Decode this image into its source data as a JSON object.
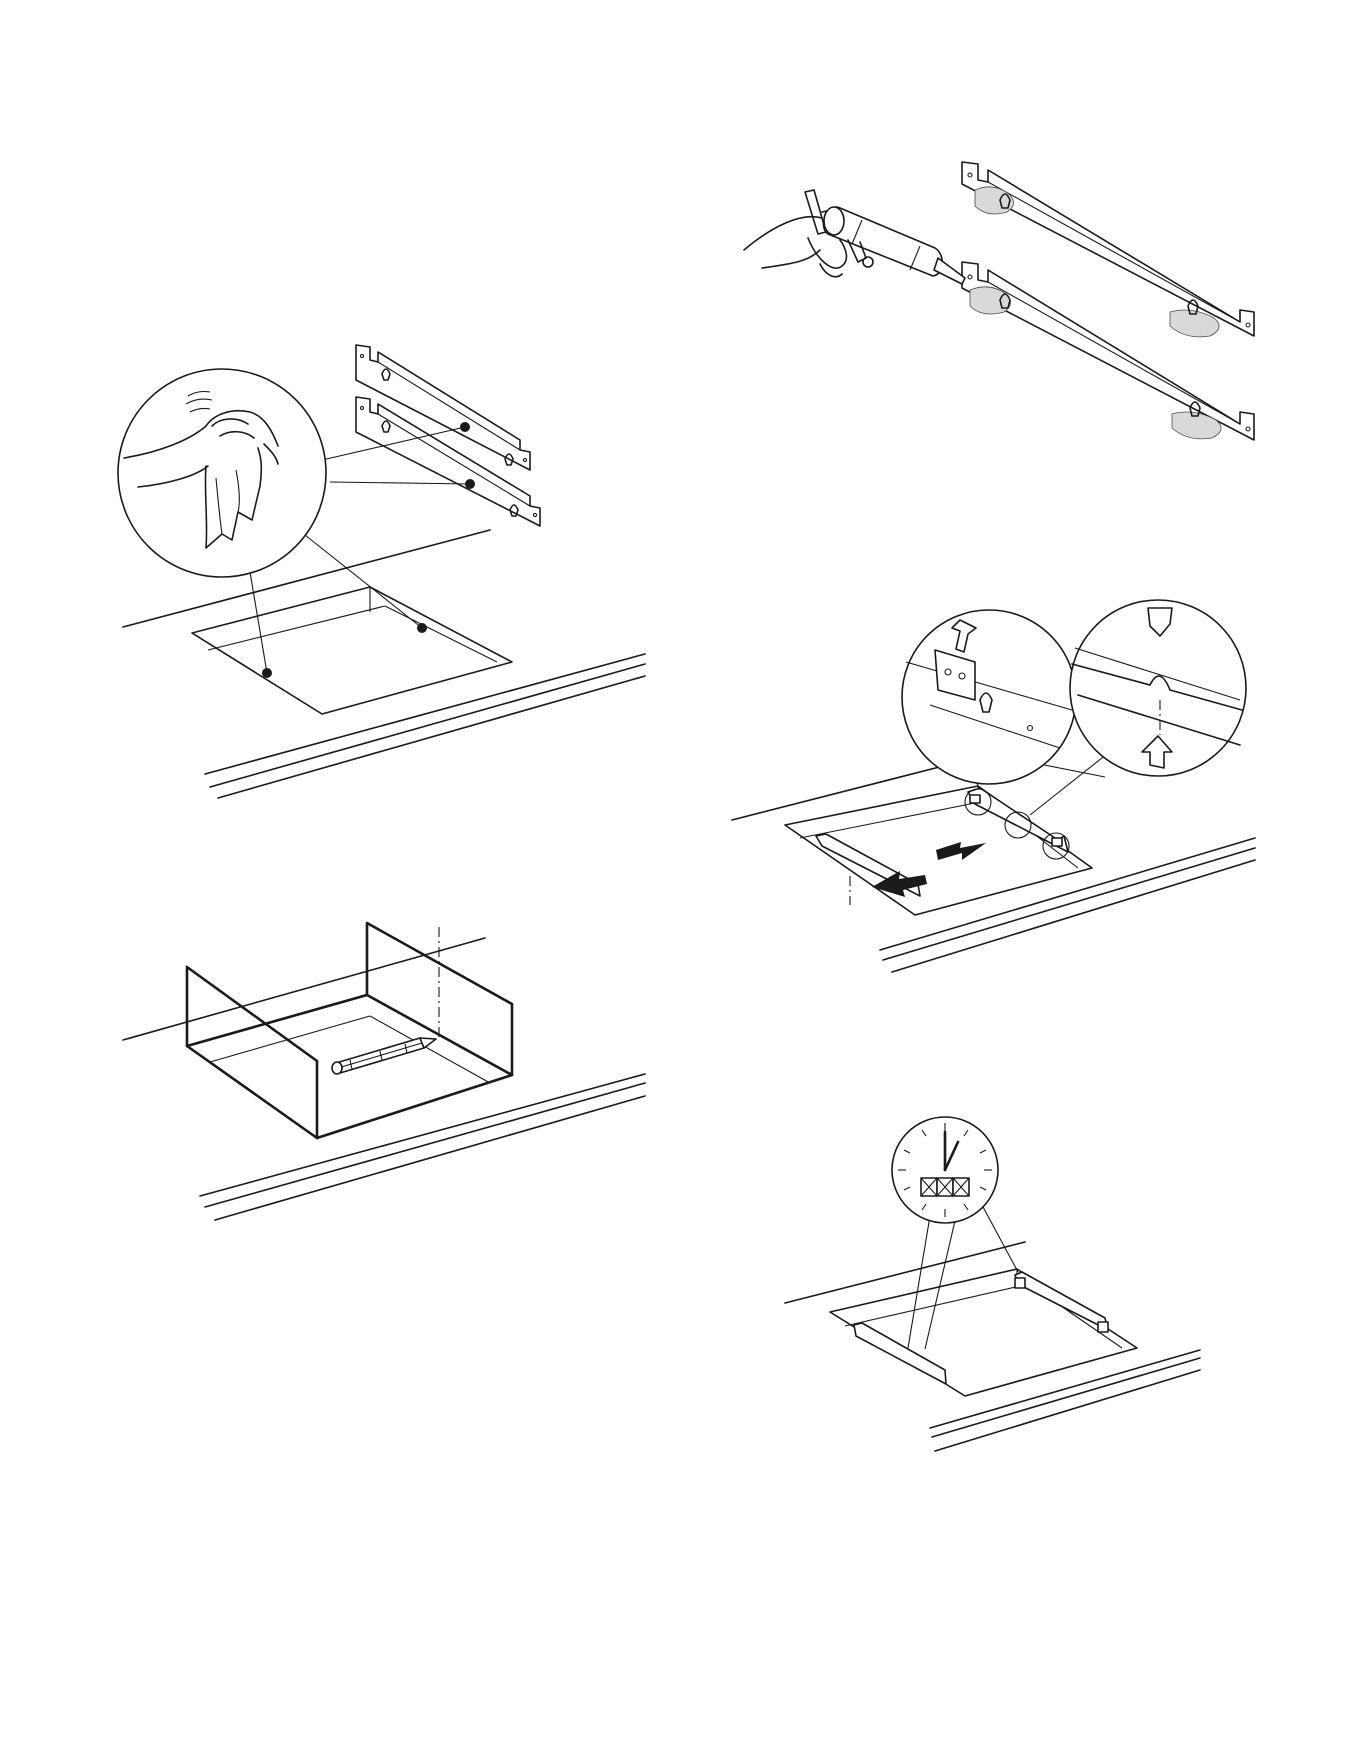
{
  "figures": [
    {
      "id": "clean-brackets",
      "icons": [
        "hand-icon",
        "cloth-icon"
      ]
    },
    {
      "id": "mark-cutout",
      "icons": [
        "pencil-icon"
      ]
    },
    {
      "id": "apply-adhesive",
      "icons": [
        "hand-icon",
        "adhesive-gun-icon"
      ]
    },
    {
      "id": "position-brackets",
      "icons": [
        "arrow-icon"
      ]
    },
    {
      "id": "curing-time",
      "icons": [
        "clock-icon"
      ]
    }
  ],
  "colors": {
    "line": "#1a1a1a",
    "adhesive": "#d9d9d9",
    "background": "#ffffff"
  }
}
